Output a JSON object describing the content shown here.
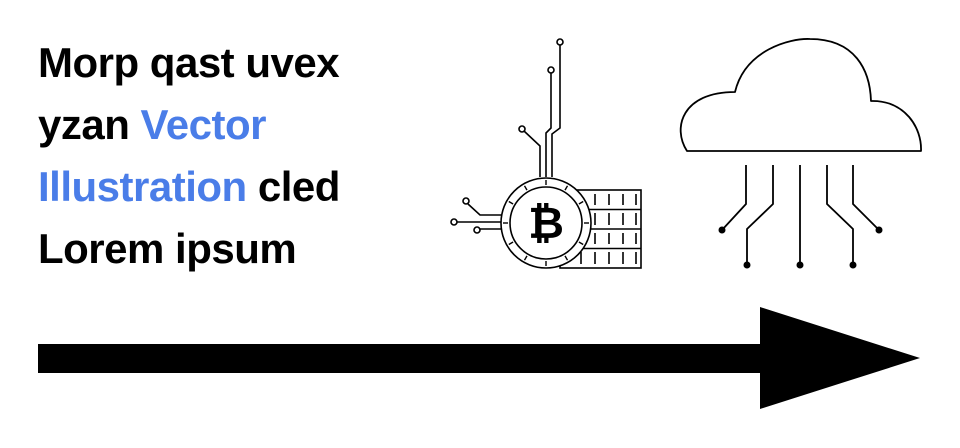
{
  "headline": {
    "line1": "Morp qast uvex",
    "line2_plain": "yzan ",
    "line2_accent": "Vector",
    "line3_accent": "Illustration",
    "line3_plain": " cled",
    "line4": "Lorem ipsum"
  },
  "colors": {
    "text": "#000000",
    "accent": "#4a7de8",
    "background": "#ffffff",
    "stroke": "#000000"
  },
  "icons": {
    "coin": "bitcoin-coin-circuit-icon",
    "coin_symbol": "₿",
    "cloud": "cloud-network-icon",
    "arrow": "right-arrow-icon"
  }
}
